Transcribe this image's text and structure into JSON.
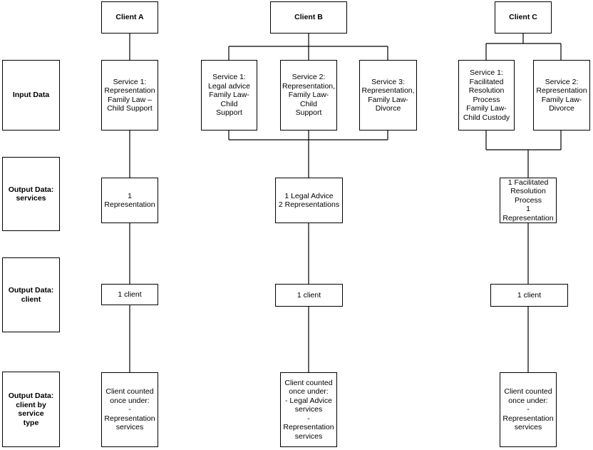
{
  "row_labels": {
    "input": "Input Data",
    "services": "Output Data:\nservices",
    "client": "Output Data:\nclient",
    "client_by_type": "Output Data:\nclient by service\ntype"
  },
  "client_a": {
    "title": "Client A",
    "service1": "Service 1:\nRepresentation\nFamily Law –\nChild Support",
    "output_services": "1 Representation",
    "output_client": "1 client",
    "output_by_type": "Client counted\nonce under:\n- Representation\nservices"
  },
  "client_b": {
    "title": "Client B",
    "service1": "Service 1:\nLegal advice\nFamily Law- Child\nSupport",
    "service2": "Service 2:\nRepresentation,\nFamily Law- Child\nSupport",
    "service3": "Service 3:\nRepresentation,\nFamily Law-\nDivorce",
    "output_services": "1 Legal Advice\n2 Representations",
    "output_client": "1 client",
    "output_by_type": "Client counted\nonce under:\n- Legal Advice\nservices\n- Representation\nservices"
  },
  "client_c": {
    "title": "Client C",
    "service1": "Service 1:\nFacilitated\nResolution\nProcess\nFamily Law-\nChild Custody",
    "service2": "Service 2:\nRepresentation\nFamily Law-\nDivorce",
    "output_services": "1 Facilitated\nResolution\nProcess\n1 Representation",
    "output_client": "1 client",
    "output_by_type": "Client counted\nonce under:\n- Representation\nservices"
  }
}
